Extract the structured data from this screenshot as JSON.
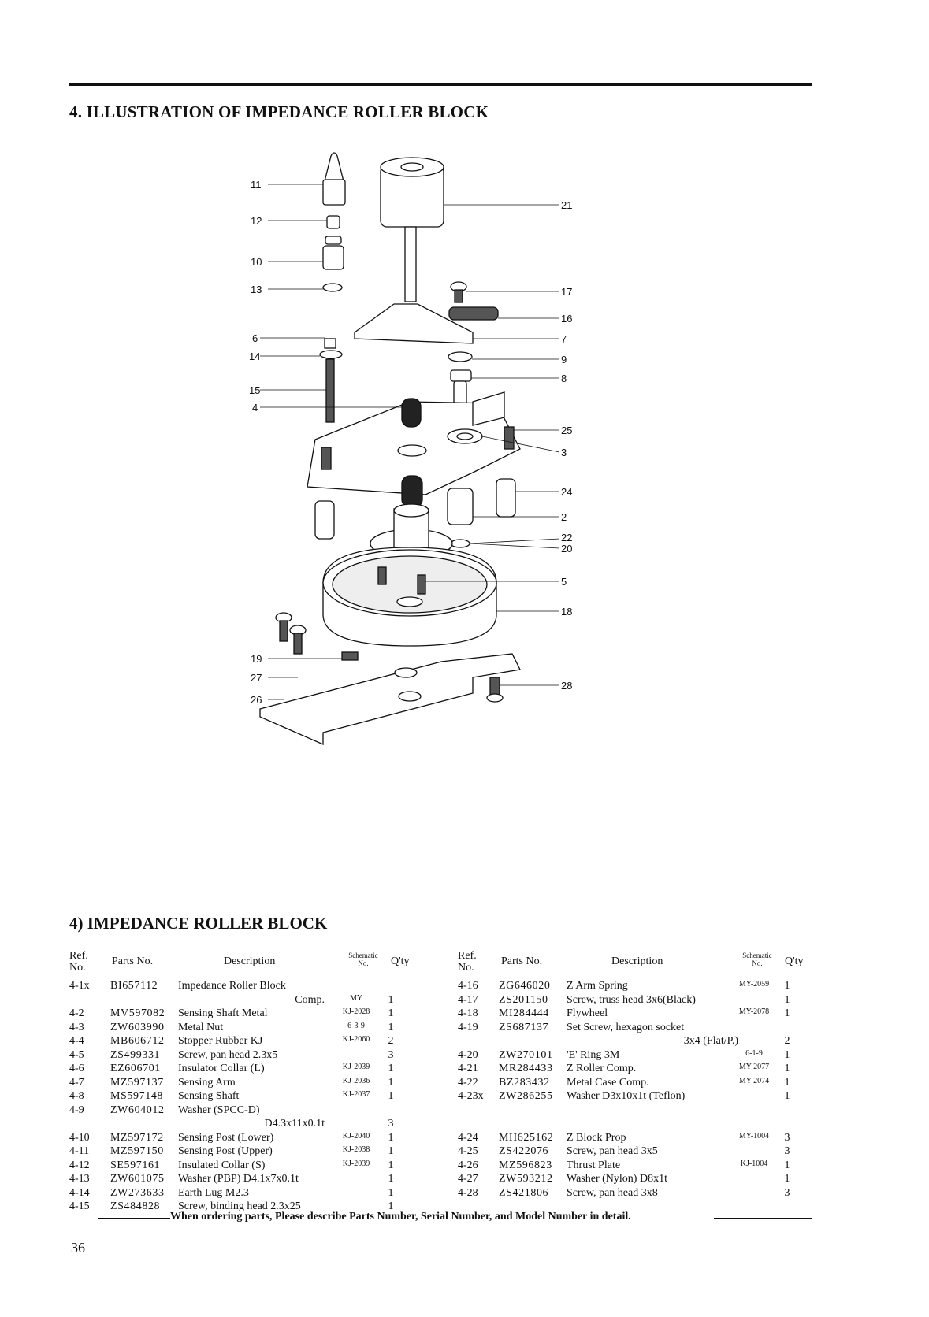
{
  "section_title": "4.  ILLUSTRATION OF IMPEDANCE ROLLER BLOCK",
  "callouts": {
    "left": [
      "11",
      "12",
      "10",
      "13",
      "6",
      "14",
      "15",
      "4",
      "19",
      "27",
      "26"
    ],
    "right": [
      "21",
      "17",
      "16",
      "7",
      "9",
      "8",
      "25",
      "3",
      "24",
      "2",
      "22",
      "20",
      "5",
      "18",
      "28"
    ]
  },
  "parts_title": "4)  IMPEDANCE ROLLER BLOCK",
  "table_headers": {
    "ref_line1": "Ref.",
    "ref_line2": "No.",
    "parts_no": "Parts No.",
    "description": "Description",
    "schematic_line1": "Schematic",
    "schematic_line2": "No.",
    "qty": "Q'ty"
  },
  "left_rows": [
    {
      "ref": "4-1x",
      "part": "BI657112",
      "desc": "Impedance Roller Block",
      "sch": "",
      "qty": ""
    },
    {
      "ref": "",
      "part": "",
      "desc": "Comp.",
      "sch": "MY",
      "qty": "1",
      "right": true
    },
    {
      "ref": "4-2",
      "part": "MV597082",
      "desc": "Sensing Shaft Metal",
      "sch": "KJ-2028",
      "qty": "1"
    },
    {
      "ref": "4-3",
      "part": "ZW603990",
      "desc": "Metal Nut",
      "sch": "6-3-9",
      "qty": "1"
    },
    {
      "ref": "4-4",
      "part": "MB606712",
      "desc": "Stopper Rubber KJ",
      "sch": "KJ-2060",
      "qty": "2"
    },
    {
      "ref": "4-5",
      "part": "ZS499331",
      "desc": "Screw, pan head 2.3x5",
      "sch": "",
      "qty": "3"
    },
    {
      "ref": "4-6",
      "part": "EZ606701",
      "desc": "Insulator Collar (L)",
      "sch": "KJ-2039",
      "qty": "1"
    },
    {
      "ref": "4-7",
      "part": "MZ597137",
      "desc": "Sensing Arm",
      "sch": "KJ-2036",
      "qty": "1"
    },
    {
      "ref": "4-8",
      "part": "MS597148",
      "desc": "Sensing Shaft",
      "sch": "KJ-2037",
      "qty": "1"
    },
    {
      "ref": "4-9",
      "part": "ZW604012",
      "desc": "Washer (SPCC-D)",
      "sch": "",
      "qty": ""
    },
    {
      "ref": "",
      "part": "",
      "desc": "D4.3x11x0.1t",
      "sch": "",
      "qty": "3",
      "right": true
    },
    {
      "ref": "4-10",
      "part": "MZ597172",
      "desc": "Sensing Post (Lower)",
      "sch": "KJ-2040",
      "qty": "1"
    },
    {
      "ref": "4-11",
      "part": "MZ597150",
      "desc": "Sensing Post (Upper)",
      "sch": "KJ-2038",
      "qty": "1"
    },
    {
      "ref": "4-12",
      "part": "SE597161",
      "desc": "Insulated Collar (S)",
      "sch": "KJ-2039",
      "qty": "1"
    },
    {
      "ref": "4-13",
      "part": "ZW601075",
      "desc": "Washer (PBP) D4.1x7x0.1t",
      "sch": "",
      "qty": "1"
    },
    {
      "ref": "4-14",
      "part": "ZW273633",
      "desc": "Earth Lug M2.3",
      "sch": "",
      "qty": "1"
    },
    {
      "ref": "4-15",
      "part": "ZS484828",
      "desc": "Screw, binding head 2.3x25",
      "sch": "",
      "qty": "1"
    }
  ],
  "right_rows": [
    {
      "ref": "4-16",
      "part": "ZG646020",
      "desc": "Z Arm Spring",
      "sch": "MY-2059",
      "qty": "1"
    },
    {
      "ref": "4-17",
      "part": "ZS201150",
      "desc": "Screw, truss head 3x6(Black)",
      "sch": "",
      "qty": "1"
    },
    {
      "ref": "4-18",
      "part": "MI284444",
      "desc": "Flywheel",
      "sch": "MY-2078",
      "qty": "1"
    },
    {
      "ref": "4-19",
      "part": "ZS687137",
      "desc": "Set Screw, hexagon socket",
      "sch": "",
      "qty": ""
    },
    {
      "ref": "",
      "part": "",
      "desc": "3x4 (Flat/P.)",
      "sch": "",
      "qty": "2",
      "right": true
    },
    {
      "ref": "4-20",
      "part": "ZW270101",
      "desc": "'E' Ring 3M",
      "sch": "6-1-9",
      "qty": "1"
    },
    {
      "ref": "4-21",
      "part": "MR284433",
      "desc": "Z Roller Comp.",
      "sch": "MY-2077",
      "qty": "1"
    },
    {
      "ref": "4-22",
      "part": "BZ283432",
      "desc": "Metal Case Comp.",
      "sch": "MY-2074",
      "qty": "1"
    },
    {
      "ref": "4-23x",
      "part": "ZW286255",
      "desc": "Washer D3x10x1t (Teflon)",
      "sch": "",
      "qty": "1"
    },
    {
      "ref": "",
      "part": "",
      "desc": "",
      "sch": "",
      "qty": ""
    },
    {
      "ref": "",
      "part": "",
      "desc": "",
      "sch": "",
      "qty": ""
    },
    {
      "ref": "4-24",
      "part": "MH625162",
      "desc": "Z Block Prop",
      "sch": "MY-1004",
      "qty": "3"
    },
    {
      "ref": "4-25",
      "part": "ZS422076",
      "desc": "Screw, pan head 3x5",
      "sch": "",
      "qty": "3"
    },
    {
      "ref": "4-26",
      "part": "MZ596823",
      "desc": "Thrust Plate",
      "sch": "KJ-1004",
      "qty": "1"
    },
    {
      "ref": "4-27",
      "part": "ZW593212",
      "desc": "Washer (Nylon) D8x1t",
      "sch": "",
      "qty": "1"
    },
    {
      "ref": "4-28",
      "part": "ZS421806",
      "desc": "Screw, pan head 3x8",
      "sch": "",
      "qty": "3"
    }
  ],
  "footer_note": "When ordering parts, Please describe Parts Number, Serial Number, and Model Number in detail.",
  "page_number": "36"
}
